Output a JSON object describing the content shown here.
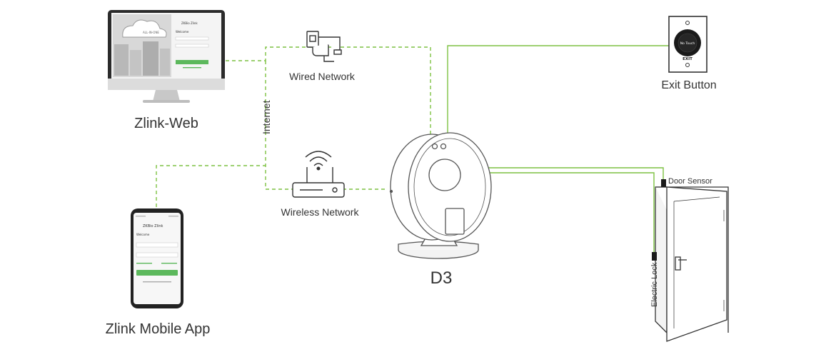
{
  "diagram": {
    "colors": {
      "link": "#7dc142",
      "outline": "#555555",
      "text": "#333333",
      "button_face": "#1a1a1a",
      "app_green": "#5cb85c"
    },
    "labels": {
      "zlink_web": "Zlink-Web",
      "wired_network": "Wired Network",
      "internet": "Internet",
      "wireless_network": "Wireless Network",
      "zlink_mobile_app": "Zlink Mobile App",
      "device": "D3",
      "exit_button": "Exit Button",
      "door_sensor": "Door Sensor",
      "electric_lock": "Electric Lock"
    },
    "exit_plate": {
      "button_text": "No Touch",
      "caption": "EXIT"
    },
    "web_screen": {
      "welcome": "Welcome",
      "brand": "ZKBio Zlink",
      "banner": "ALL-IN-ONE"
    },
    "app_screen": {
      "brand": "ZKBio Zlink",
      "welcome": "Welcome"
    },
    "icons": {
      "monitor": "desktop-monitor-icon",
      "wired": "ethernet-plug-icon",
      "wireless": "wifi-router-icon",
      "phone": "smartphone-icon",
      "device": "face-terminal-icon",
      "exit": "exit-button-icon",
      "door": "door-icon"
    }
  }
}
